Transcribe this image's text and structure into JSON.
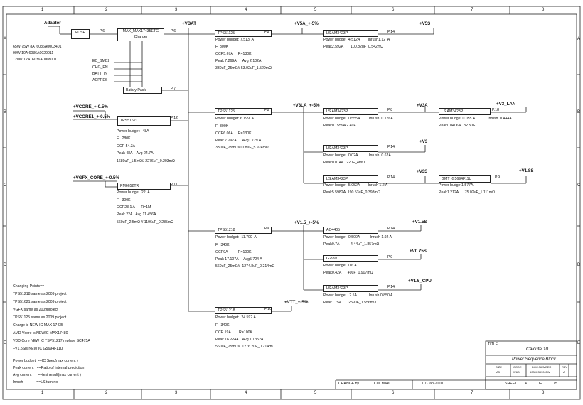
{
  "frame": {
    "columns": [
      "1",
      "2",
      "3",
      "4",
      "5",
      "6",
      "7",
      "8"
    ],
    "rows": [
      "A",
      "B",
      "C",
      "D",
      "E"
    ]
  },
  "adaptor": {
    "label": "Adaptor",
    "fuse": "FUSE",
    "fuse_page": "P.6",
    "specs": [
      "65W-75W 8A  6036A0003401",
      "90W 10A 6036A0029011",
      "120W 12A  6036A0008001"
    ]
  },
  "charger": {
    "part": "MAX_MAX17435ETG",
    "role": "Charger",
    "page": "P.6",
    "signals": [
      "EC_SMB2",
      "CHG_EN",
      "BATT_IN",
      "ACPRES"
    ],
    "battery": "Batary Pack",
    "battery_page": "P.7",
    "vbat": "+VBAT"
  },
  "regulators": [
    {
      "id": "tps51125a",
      "part": "TPS51125",
      "page": "P8",
      "lines": [
        "Power budget: 7.513  A",
        "F  300K",
        "OCP5.67A     R=130K",
        "Peak 7.269A      Avg 2.102A",
        "330uF_25mΩ// 53.92uF_1.529mΩ"
      ]
    },
    {
      "id": "tps51125b",
      "part": "TPS51125",
      "page": "P8",
      "lines": [
        "Power budget: 6.199  A",
        "F  300K",
        "OCP6.06A     R=130K",
        "Peak 7.297A      Avg1.729 A",
        "330uF_25mΩ//10.8uF_5.924mΩ"
      ]
    },
    {
      "id": "tps51621",
      "part": "TPS51621",
      "page": "P.12",
      "lines": [
        "Power budget:  48A",
        "F   280K",
        "OCP 54.3A",
        "Peak 48A    Avg 24.7A",
        "1680uF_1.5mΩ// 2276uF_0.203mΩ"
      ]
    },
    {
      "id": "pm6652",
      "part": "PM6652TR",
      "page": "P.11",
      "lines": [
        "Power budget  22  A",
        "F   300K",
        "OCP23.1 A      R=1M",
        "Peak 22A   Avg 11.456A",
        "560uF_2.5mΩ // 1196uF_0.285mΩ"
      ]
    },
    {
      "id": "tps51218a",
      "part": "TPS51218",
      "page": "P9",
      "lines": [
        "Power budget:  11.700  A",
        "F   340K",
        "OCP9A          R=100K",
        "Peak 17.107A     Avg5.724 A",
        "560uF_25mΩ//  1274.8uF_0.214mΩ"
      ]
    },
    {
      "id": "tps51218b",
      "part": "TPS51218",
      "page": "P.10",
      "lines": [
        "Power budget:  24.592 A",
        "F   340K",
        "OCP 19A        R=100K",
        "Peak 16.224A    Avg 10.352A",
        "560uF_25mΩ//  1276.2uF_0.214mΩ"
      ]
    }
  ],
  "rails": {
    "v5a": "+V5A_+-5%",
    "v5s": "+V5S",
    "v3la": "+V3LA_+-5%",
    "v3a": "+V3A",
    "v3lan": "+V3_LAN",
    "v3": "+V3",
    "v3s": "+V3S",
    "v18s": "+V1.8S",
    "vcore": "+VCORE_+-0.5%",
    "vcore1": "+VCORE1_+-0.5%",
    "vgfx": "+VGFX_CORE_+-0.5%",
    "v15": "+V1.5_+-5%",
    "v15s": "+V1.5S",
    "v075s": "+V0.75S",
    "v15cpu": "+V1.5_CPU",
    "vtt": "+VTT_+-5%"
  },
  "switches": [
    {
      "id": "sw_v5s",
      "part": "LS AM3423P",
      "page": "P.14",
      "lines": [
        "Power budget  4.512A        Inrush1.12  A",
        "Peak2.592A       100.82uF_0.542mΩ"
      ]
    },
    {
      "id": "sw_v3a",
      "part": "LS AM3423P",
      "page": "P.8",
      "lines": [
        "Power budget  0.555A         Inrush  0.176A",
        "Peak0.1559A 2.4uF"
      ]
    },
    {
      "id": "sw_v3lan",
      "part": "LS AM3423P",
      "page": "P.18",
      "lines": [
        "Power budget 0.055 A",
        "Peak0.0406A   32.5uF"
      ]
    },
    {
      "id": "sw_v3",
      "part": "LS AM3423P",
      "page": "P.14",
      "lines": [
        "Power budget  0.02A           Inrush  0.62A",
        "Peak0.014A   22uF_4mΩ"
      ]
    },
    {
      "id": "sw_v3s",
      "part": "LS AM3423P",
      "page": "P.14",
      "lines": [
        "Power budget  5.052A        Inrush 1.2 A",
        "Peak5.5982A  190.53uF_0.398mΩ"
      ]
    },
    {
      "id": "ldo_v18s",
      "part": "GMT_G5694F11U",
      "page": "P.9",
      "lines": [
        "Power budget1.577A",
        "Peak1.212A      75.02uF_1.111mΩ"
      ]
    },
    {
      "id": "sw_v15s",
      "part": "AO4405",
      "page": "P.14",
      "lines": [
        "Power budget  0.500A          Inrush 1.92 A",
        "Peak0.7A           4.44uF_1.857mΩ"
      ]
    },
    {
      "id": "ldo_v075",
      "part": "G2997",
      "page": "P.9",
      "lines": [
        "Power budget  0.6 A",
        "Peak0.42A      40uF_1.907mΩ"
      ]
    },
    {
      "id": "sw_vcpu",
      "part": "LS AM3423P",
      "page": "P.14",
      "lines": [
        "Power budget   2.5A            Inrush 0.850 A",
        "Peak1.75A       259uF_1.556mΩ"
      ]
    }
  ],
  "notes": {
    "changing": [
      "Changing Points==",
      "TPS51218 same as 2009 project",
      "TPS51621 same as 2009 project",
      "VGFX same as 2009project",
      "TPS51125 same as 2009 project",
      "Charge is NEW IC MAX 17435",
      "AMD Vcore is NEWIC MAX17480",
      "VDD Core NEW IC TSP51217 replace SC475A",
      "+V1.5Sis NEW IC G5694F11U"
    ],
    "legend": [
      "Power budget  ==IC Spec(max current )",
      "Peak current   ==Ratio of Internal prediction",
      "Avg current      ==test result(max current )",
      "Inrush             ==LS turn no"
    ]
  },
  "title_block": {
    "title_label": "TITLE",
    "project": "Calcute 10",
    "doc": "Power Sequence Block",
    "size_label": "SIZE",
    "size": "A3",
    "code_label": "CODE",
    "code": "W6D",
    "docnum_label": "DOC.NUMBER",
    "docnum": "6030K389005W",
    "rev_label": "REV",
    "rev": "A",
    "change_label": "CHANGE by",
    "changed_by": "Cui  Mike",
    "date": "07-Jan-2010",
    "sheet_label": "SHEET",
    "sheet": "4",
    "of_label": "OF",
    "of": "75"
  }
}
